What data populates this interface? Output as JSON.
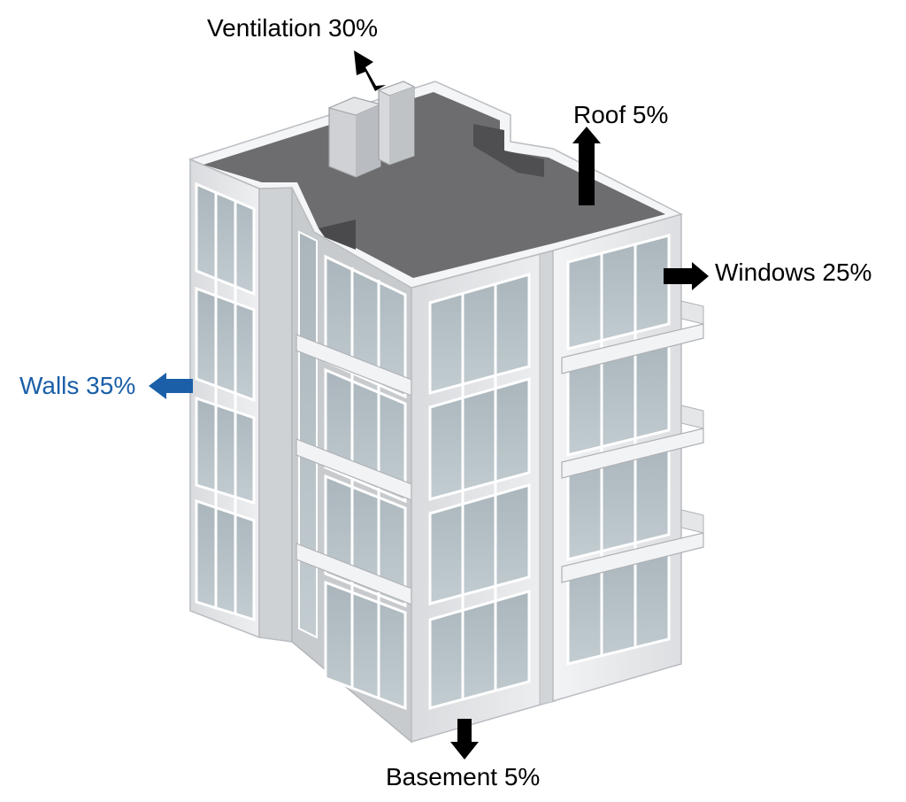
{
  "labels": {
    "ventilation": "Ventilation 30%",
    "roof": "Roof 5%",
    "windows": "Windows 25%",
    "walls": "Walls 35%",
    "basement": "Basement 5%"
  },
  "colors": {
    "walls_accent": "#1a5fa8",
    "arrow": "#000000",
    "roof": "#6d6d70",
    "facade": "#e8e9eb",
    "glass": "#b4c0c6"
  },
  "icons": {
    "ventilation": "arrow-up-left-icon",
    "roof": "arrow-up-icon",
    "windows": "arrow-right-icon",
    "walls": "arrow-left-icon",
    "basement": "arrow-down-icon"
  }
}
